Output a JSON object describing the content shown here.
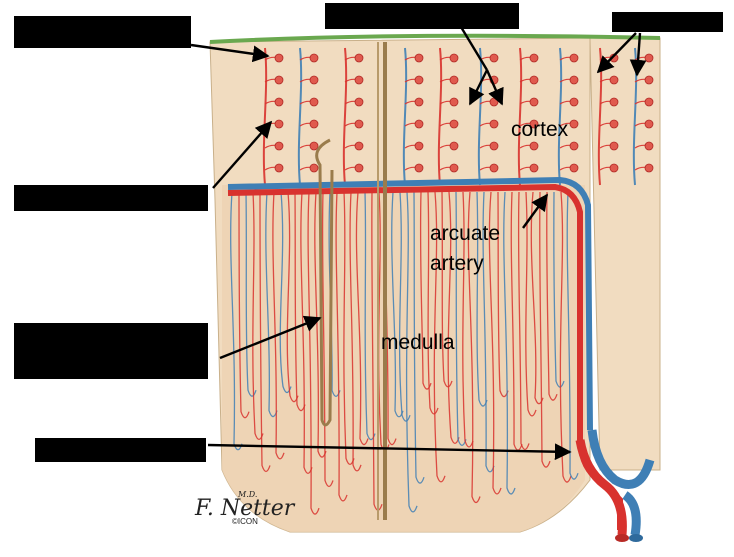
{
  "labels": {
    "cortex": "cortex",
    "arcuate_line1": "arcuate",
    "arcuate_line2": "artery",
    "medulla": "medulla"
  },
  "signature": {
    "name": "F. Netter",
    "md": "M.D.",
    "mark": "©ICON"
  },
  "colors": {
    "tissue": "#f1dcc0",
    "artery": "#d8322e",
    "vein": "#3f7fb5",
    "tubule": "#9a7c4c",
    "capsule": "#6aa84f"
  }
}
